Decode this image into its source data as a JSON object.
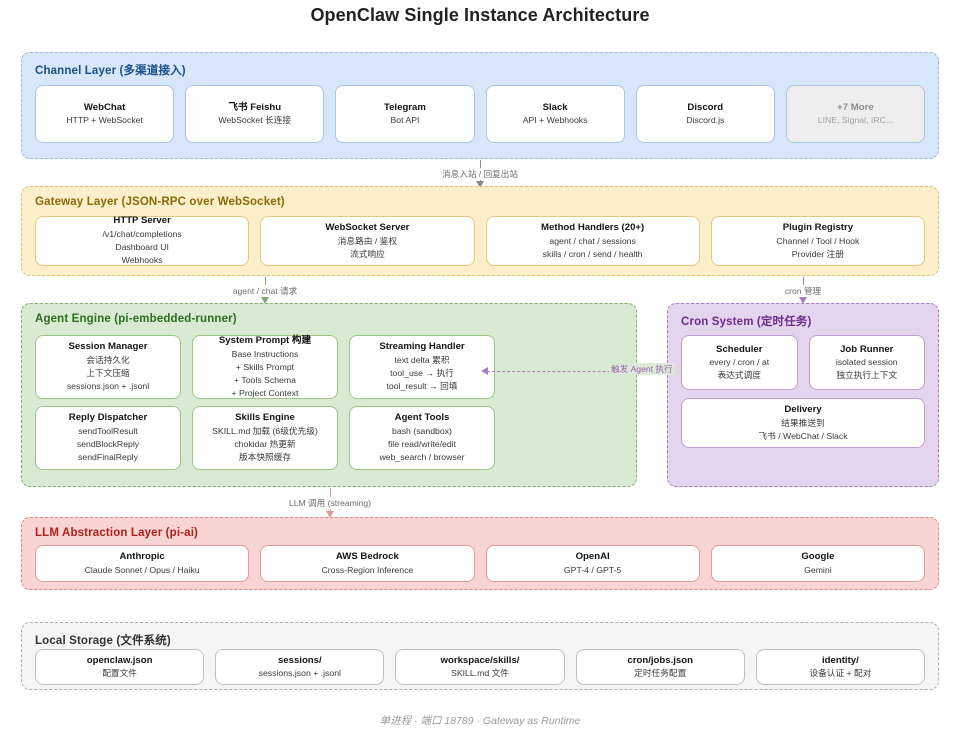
{
  "title": "OpenClaw Single Instance Architecture",
  "footer": "单进程 · 端口 18789 · Gateway as Runtime",
  "layers": {
    "channel": {
      "title": "Channel Layer (多渠道接入)",
      "accent": "#1b4f8a",
      "fill": "#d7e6f9",
      "cards": [
        {
          "title": "WebChat",
          "sub": "HTTP + WebSocket"
        },
        {
          "title": "飞书 Feishu",
          "sub": "WebSocket 长连接"
        },
        {
          "title": "Telegram",
          "sub": "Bot API"
        },
        {
          "title": "Slack",
          "sub": "API + Webhooks"
        },
        {
          "title": "Discord",
          "sub": "Discord.js"
        },
        {
          "title": "+7 More",
          "sub": "LINE, Signal, IRC..."
        }
      ]
    },
    "gateway": {
      "title": "Gateway Layer (JSON-RPC over WebSocket)",
      "accent": "#8a6a09",
      "fill": "#fcefc9",
      "cards": [
        {
          "title": "HTTP Server",
          "sub": "/v1/chat/completions\nDashboard UI\nWebhooks"
        },
        {
          "title": "WebSocket Server",
          "sub": "消息路由 / 鉴权\n流式响应"
        },
        {
          "title": "Method Handlers (20+)",
          "sub": "agent / chat / sessions\nskills / cron / send / health"
        },
        {
          "title": "Plugin Registry",
          "sub": "Channel / Tool / Hook\nProvider 注册"
        }
      ]
    },
    "agent": {
      "title": "Agent Engine (pi-embedded-runner)",
      "accent": "#2f6b22",
      "fill": "#d9ead3",
      "row1": [
        {
          "title": "Session Manager",
          "sub": "会话持久化\n上下文压缩\nsessions.json + .jsonl"
        },
        {
          "title": "System Prompt 构建",
          "sub": "Base Instructions\n+ Skills Prompt\n+ Tools Schema\n+ Project Context"
        },
        {
          "title": "Streaming Handler",
          "sub": "text delta 累积\ntool_use → 执行\ntool_result → 回填"
        }
      ],
      "row2": [
        {
          "title": "Reply Dispatcher",
          "sub": "sendToolResult\nsendBlockReply\nsendFinalReply"
        },
        {
          "title": "Skills Engine",
          "sub": "SKILL.md 加载 (6级优先级)\nchokidar 热更新\n版本快照缓存"
        },
        {
          "title": "Agent Tools",
          "sub": "bash (sandbox)\nfile read/write/edit\nweb_search / browser"
        }
      ]
    },
    "cron": {
      "title": "Cron System (定时任务)",
      "accent": "#6a2d8c",
      "fill": "#e5d4ed",
      "row1": [
        {
          "title": "Scheduler",
          "sub": "every / cron / at\n表达式调度"
        },
        {
          "title": "Job Runner",
          "sub": "isolated session\n独立执行上下文"
        }
      ],
      "row2": [
        {
          "title": "Delivery",
          "sub": "结果推送到\n飞书 / WebChat / Slack"
        }
      ]
    },
    "llm": {
      "title": "LLM Abstraction Layer (pi-ai)",
      "accent": "#b0201c",
      "fill": "#f8d4d2",
      "cards": [
        {
          "title": "Anthropic",
          "sub": "Claude Sonnet / Opus / Haiku"
        },
        {
          "title": "AWS Bedrock",
          "sub": "Cross-Region Inference"
        },
        {
          "title": "OpenAI",
          "sub": "GPT-4 / GPT-5"
        },
        {
          "title": "Google",
          "sub": "Gemini"
        }
      ]
    },
    "storage": {
      "title": "Local Storage (文件系统)",
      "accent": "#333333",
      "fill": "#f5f5f5",
      "cards": [
        {
          "title": "openclaw.json",
          "sub": "配置文件"
        },
        {
          "title": "sessions/",
          "sub": "sessions.json + .jsonl"
        },
        {
          "title": "workspace/skills/",
          "sub": "SKILL.md 文件"
        },
        {
          "title": "cron/jobs.json",
          "sub": "定时任务配置"
        },
        {
          "title": "identity/",
          "sub": "设备认证 + 配对"
        }
      ]
    }
  },
  "connectors": {
    "channel_to_gateway": "消息入站 / 回复出站",
    "gateway_to_agent": "agent / chat 请求",
    "gateway_to_cron": "cron 管理",
    "agent_to_llm": "LLM 调用 (streaming)",
    "cron_to_agent": "触发 Agent 执行"
  }
}
